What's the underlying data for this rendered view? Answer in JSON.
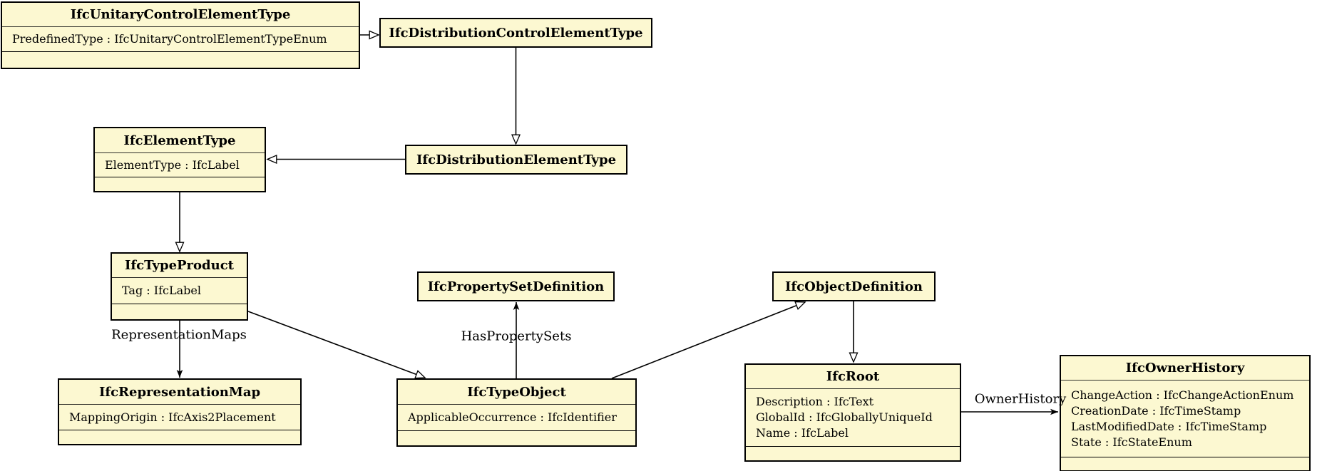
{
  "diagram": {
    "kind": "uml-class-diagram",
    "colors": {
      "node_fill": "#FCF8D1",
      "node_border": "#000000",
      "edge": "#000000",
      "text": "#000000",
      "background": "#FFFFFF"
    }
  },
  "nodes": [
    {
      "title": "IfcUnitaryControlElementType",
      "attributes": [
        "PredefinedType : IfcUnitaryControlElementTypeEnum"
      ]
    },
    {
      "title": "IfcDistributionControlElementType",
      "attributes": []
    },
    {
      "title": "IfcElementType",
      "attributes": [
        "ElementType : IfcLabel"
      ]
    },
    {
      "title": "IfcDistributionElementType",
      "attributes": []
    },
    {
      "title": "IfcTypeProduct",
      "attributes": [
        "Tag : IfcLabel"
      ]
    },
    {
      "title": "IfcPropertySetDefinition",
      "attributes": []
    },
    {
      "title": "IfcObjectDefinition",
      "attributes": []
    },
    {
      "title": "IfcRepresentationMap",
      "attributes": [
        "MappingOrigin : IfcAxis2Placement"
      ]
    },
    {
      "title": "IfcTypeObject",
      "attributes": [
        "ApplicableOccurrence : IfcIdentifier"
      ]
    },
    {
      "title": "IfcRoot",
      "attributes": [
        "Description : IfcText",
        "GlobalId : IfcGloballyUniqueId",
        "Name : IfcLabel"
      ]
    },
    {
      "title": "IfcOwnerHistory",
      "attributes": [
        "ChangeAction : IfcChangeActionEnum",
        "CreationDate : IfcTimeStamp",
        "LastModifiedDate : IfcTimeStamp",
        "State : IfcStateEnum"
      ]
    }
  ],
  "edge_labels": {
    "representation_maps": "RepresentationMaps",
    "has_property_sets": "HasPropertySets",
    "owner_history": "OwnerHistory"
  },
  "relationships": [
    {
      "from": "IfcUnitaryControlElementType",
      "to": "IfcDistributionControlElementType",
      "kind": "generalization"
    },
    {
      "from": "IfcDistributionControlElementType",
      "to": "IfcDistributionElementType",
      "kind": "generalization"
    },
    {
      "from": "IfcDistributionElementType",
      "to": "IfcElementType",
      "kind": "generalization"
    },
    {
      "from": "IfcElementType",
      "to": "IfcTypeProduct",
      "kind": "generalization"
    },
    {
      "from": "IfcTypeProduct",
      "to": "IfcTypeObject",
      "kind": "generalization"
    },
    {
      "from": "IfcTypeObject",
      "to": "IfcObjectDefinition",
      "kind": "generalization"
    },
    {
      "from": "IfcObjectDefinition",
      "to": "IfcRoot",
      "kind": "generalization"
    },
    {
      "from": "IfcTypeProduct",
      "to": "IfcRepresentationMap",
      "kind": "association",
      "label": "RepresentationMaps"
    },
    {
      "from": "IfcTypeObject",
      "to": "IfcPropertySetDefinition",
      "kind": "association",
      "label": "HasPropertySets"
    },
    {
      "from": "IfcRoot",
      "to": "IfcOwnerHistory",
      "kind": "association",
      "label": "OwnerHistory"
    }
  ]
}
